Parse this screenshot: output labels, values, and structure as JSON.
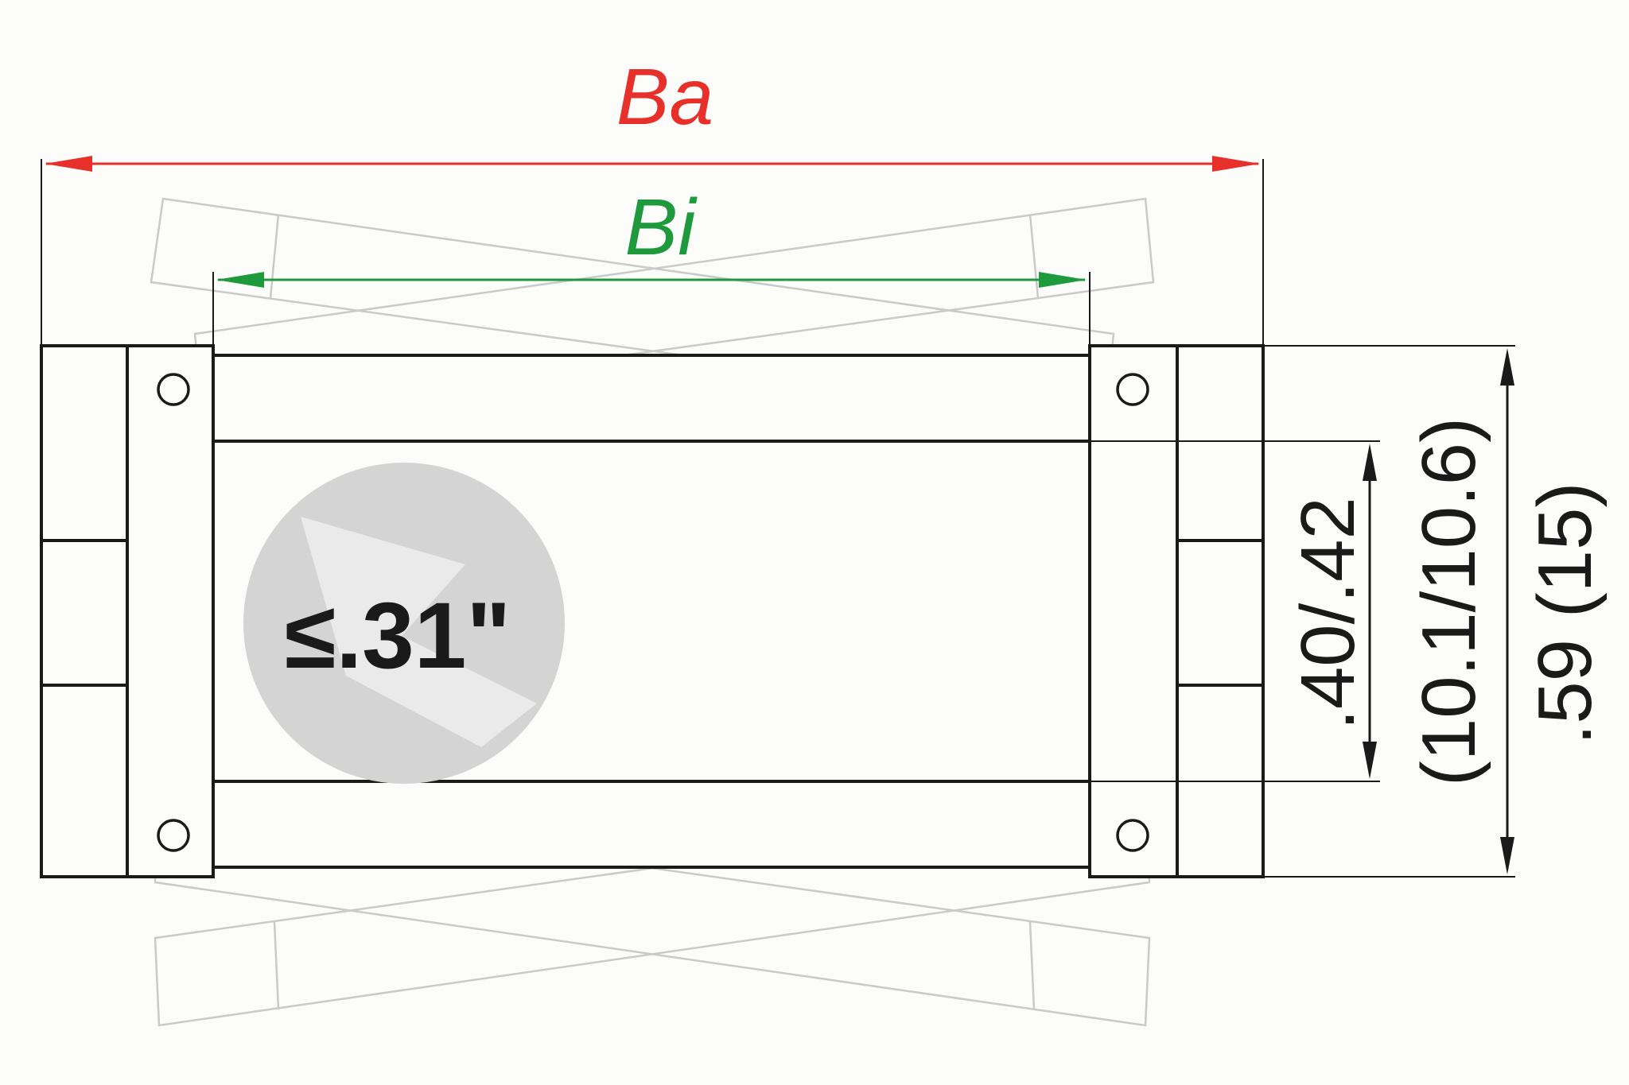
{
  "labels": {
    "outer_width": "Ba",
    "inner_width": "Bi",
    "inner_height": ".40/.42",
    "inner_height_mm": "(10.1/10.6)",
    "outer_height": ".59 (15)",
    "bend_radius": "≤.31\""
  },
  "colors": {
    "outer_dimension": "#e8302a",
    "inner_dimension": "#1e9a3c",
    "outline": "#1a1a1a",
    "ghost": "#c8c8c8",
    "badge": "#d4d4d4",
    "badge_arrow": "#ededed"
  }
}
